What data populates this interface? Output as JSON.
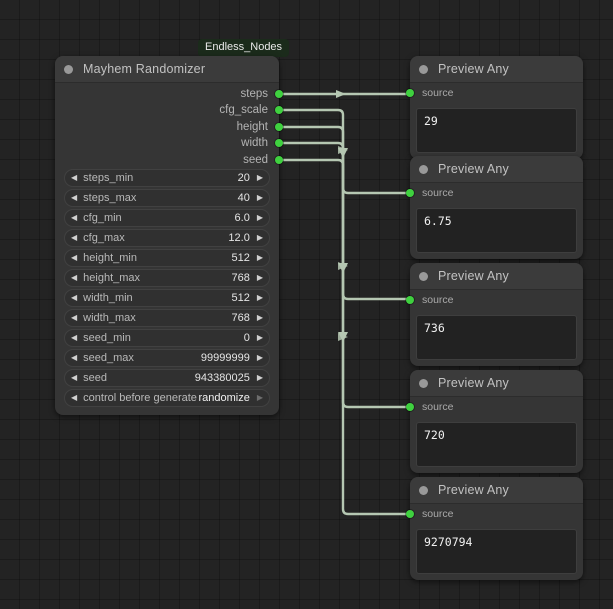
{
  "canvas": {
    "background_color": "#232323",
    "grid_color": "#1c1c1c",
    "grid_size": 20,
    "link_color": "#b5c7b2",
    "slot_color": "#3fd13f"
  },
  "randomizer_node": {
    "badge": "Endless_Nodes",
    "title": "Mayhem Randomizer",
    "outputs": [
      {
        "label": "steps"
      },
      {
        "label": "cfg_scale"
      },
      {
        "label": "height"
      },
      {
        "label": "width"
      },
      {
        "label": "seed"
      }
    ],
    "widgets": [
      {
        "name": "steps_min",
        "value": "20",
        "type": "number"
      },
      {
        "name": "steps_max",
        "value": "40",
        "type": "number"
      },
      {
        "name": "cfg_min",
        "value": "6.0",
        "type": "number"
      },
      {
        "name": "cfg_max",
        "value": "12.0",
        "type": "number"
      },
      {
        "name": "height_min",
        "value": "512",
        "type": "number"
      },
      {
        "name": "height_max",
        "value": "768",
        "type": "number"
      },
      {
        "name": "width_min",
        "value": "512",
        "type": "number"
      },
      {
        "name": "width_max",
        "value": "768",
        "type": "number"
      },
      {
        "name": "seed_min",
        "value": "0",
        "type": "number"
      },
      {
        "name": "seed_max",
        "value": "99999999",
        "type": "number"
      },
      {
        "name": "seed",
        "value": "943380025",
        "type": "number"
      },
      {
        "name": "control before generate",
        "value": "randomize",
        "type": "combo"
      }
    ]
  },
  "preview_nodes": [
    {
      "title": "Preview Any",
      "input_label": "source",
      "value": "29"
    },
    {
      "title": "Preview Any",
      "input_label": "source",
      "value": "6.75"
    },
    {
      "title": "Preview Any",
      "input_label": "source",
      "value": "736"
    },
    {
      "title": "Preview Any",
      "input_label": "source",
      "value": "720"
    },
    {
      "title": "Preview Any",
      "input_label": "source",
      "value": "9270794"
    }
  ]
}
